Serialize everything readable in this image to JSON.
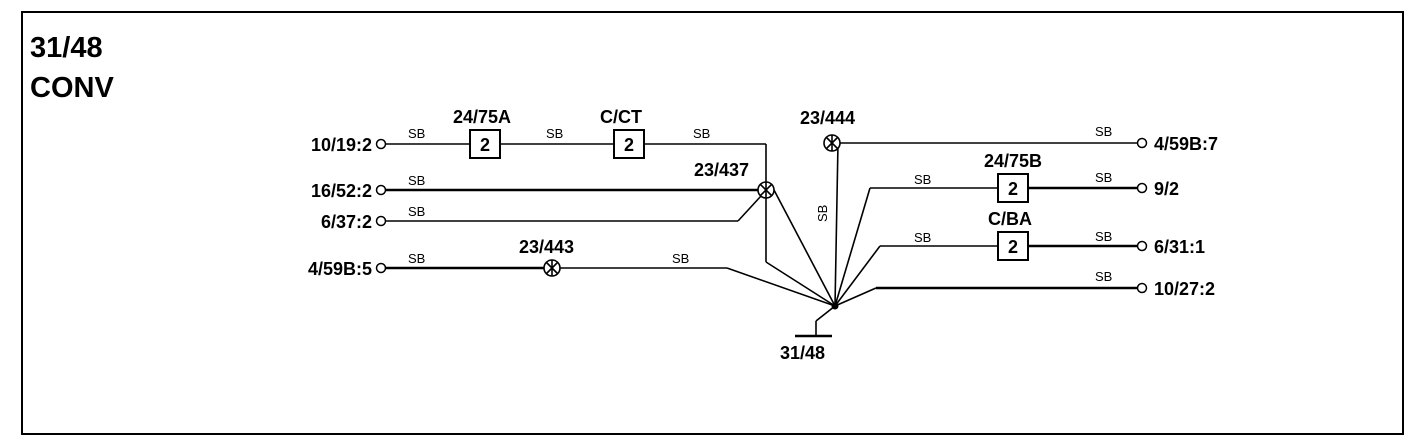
{
  "header": {
    "code": "31/48",
    "name": "CONV"
  },
  "terminals": {
    "t1": "10/19:2",
    "t2": "16/52:2",
    "t3": "6/37:2",
    "t4": "4/59B:5",
    "t5": "4/59B:7",
    "t6": "9/2",
    "t7": "6/31:1",
    "t8": "10/27:2"
  },
  "components": {
    "c1": {
      "id": "24/75A",
      "pin": "2"
    },
    "c2": {
      "id": "C/CT",
      "pin": "2"
    },
    "c3": {
      "id": "24/75B",
      "pin": "2"
    },
    "c4": {
      "id": "C/BA",
      "pin": "2"
    }
  },
  "splices": {
    "s1": "23/437",
    "s2": "23/443",
    "s3": "23/444"
  },
  "ground": "31/48",
  "wire_color": "SB"
}
